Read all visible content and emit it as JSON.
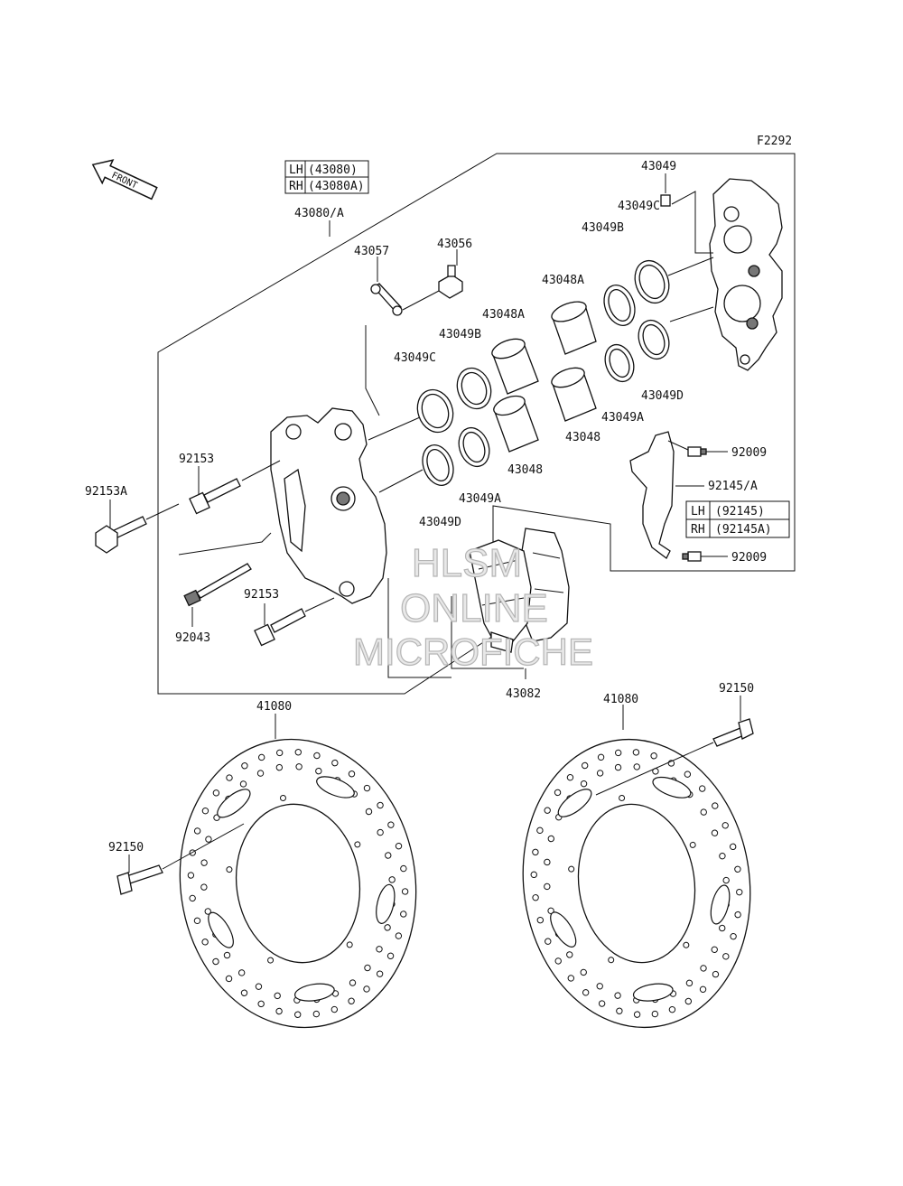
{
  "figure_code": "F2292",
  "front_label": "FRONT",
  "caliper_variants": [
    {
      "side": "LH",
      "part": "(43080)"
    },
    {
      "side": "RH",
      "part": "(43080A)"
    }
  ],
  "bracket_variants": [
    {
      "side": "LH",
      "part": "(92145)"
    },
    {
      "side": "RH",
      "part": "(92145A)"
    }
  ],
  "parts": {
    "caliper_assy": "43080/A",
    "bracket": "92145/A",
    "pad_pin": "43057",
    "bleed_valve": "43056",
    "seal_049": "43049",
    "seal_049a": "43049A",
    "seal_049b": "43049B",
    "seal_049c": "43049C",
    "seal_049d": "43049D",
    "piston_048": "43048",
    "piston_048a": "43048A",
    "pad_set": "43082",
    "bolt_92153": "92153",
    "bolt_92153a": "92153A",
    "pin_92043": "92043",
    "screw_92009": "92009",
    "disc": "41080",
    "disc_bolt": "92150"
  },
  "watermark": {
    "line1": "HLSM",
    "line2": "ONLINE",
    "line3": "MICROFICHE"
  }
}
